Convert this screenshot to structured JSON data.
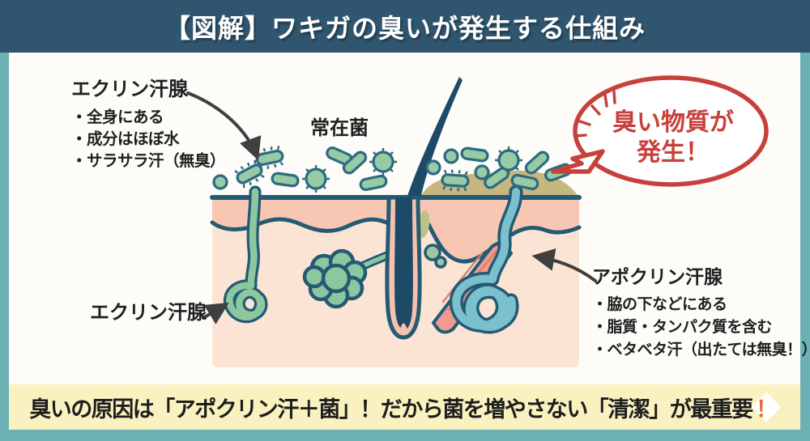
{
  "header": {
    "title": "【図解】ワキガの臭いが発生する仕組み"
  },
  "diagram": {
    "eccrine_label_top": {
      "heading": "エクリン汗腺",
      "bullets": [
        "・全身にある",
        "・成分はほぼ水",
        "・サラサラ汗（無臭）"
      ]
    },
    "resident_bacteria_label": "常在菌",
    "speech_bubble": {
      "line1": "臭い物質が",
      "line2": "発生！"
    },
    "eccrine_label_bottom": "エクリン汗腺",
    "apocrine_label": {
      "heading": "アポクリン汗腺",
      "bullets": [
        "・脇の下などにある",
        "・脂質・タンパク質を含む",
        "・ベタベタ汗（出たては無臭！）"
      ]
    }
  },
  "banner": {
    "text": "臭いの原因は「アポクリン汗＋菌」！だから菌を増やさない「清潔」が最重要",
    "highlight": "！"
  },
  "colors": {
    "header_bg": "#30566f",
    "frame_teal": "#6bb1b3",
    "card_bg": "#fdfcf9",
    "banner_bg": "#f9f2c0",
    "banner_text": "#1d1d1d",
    "highlight_orange": "#e2703a",
    "text_dark": "#1f1f1f",
    "bubble_red": "#c7413a",
    "arrow_gray": "#3f3f3f",
    "outline_navy": "#235a74",
    "outline_teal": "#2d6b80",
    "skin_light": "#fbe4d3",
    "skin_mid": "#f7c7b3",
    "follicle_pink": "#f6c2ae",
    "bacteria_green": "#97cba5",
    "eccrine_green": "#8cc7a0",
    "apocrine_teal": "#7cc0cd",
    "sebum_khaki": "#c7b67d",
    "muscle_pink": "#f09b8d",
    "hair_navy": "#1d4a66"
  }
}
